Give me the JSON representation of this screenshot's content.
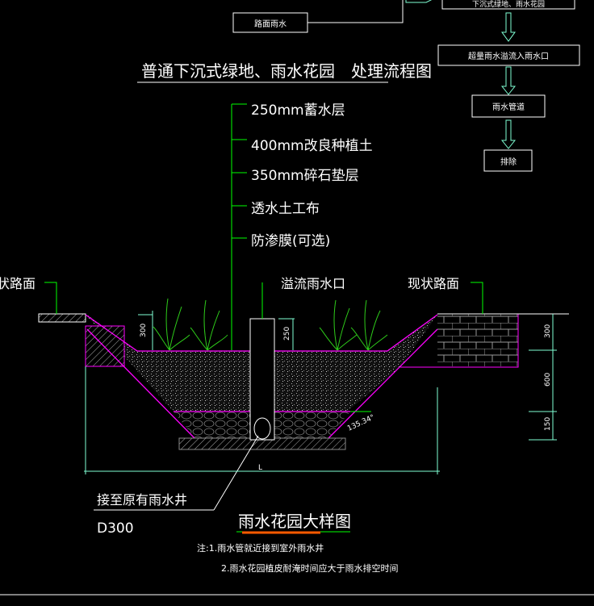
{
  "flow": {
    "top_box": "下沉式绿地、雨水花园",
    "road_rain": "路面雨水",
    "overflow": "超量雨水溢流入雨水口",
    "pipe": "雨水管道",
    "discharge": "排除"
  },
  "title": "普通下沉式绿地、雨水花园　处理流程图",
  "layers": [
    "250mm蓄水层",
    "400mm改良种植土",
    "350mm碎石垫层",
    "透水土工布",
    "防渗膜(可选)"
  ],
  "labels": {
    "left_road": "现状路面",
    "overflow_inlet": "溢流雨水口",
    "right_road": "现状路面",
    "connect": "接至原有雨水井",
    "pipe_size": "D300",
    "angle": "135.34°",
    "width": "L"
  },
  "dims": {
    "left_300": "300",
    "inlet_250": "250",
    "right_300": "300",
    "right_600": "600",
    "right_150": "150"
  },
  "detail_title": "雨水花园大样图",
  "notes": [
    "注:1.雨水管就近接到室外雨水井",
    "2.雨水花园植皮耐淹时间应大于雨水排空时间"
  ],
  "colors": {
    "green": "#00ff00",
    "magenta": "#ff00ff",
    "cyan": "#7fffd4",
    "orange": "#ff5a00"
  }
}
